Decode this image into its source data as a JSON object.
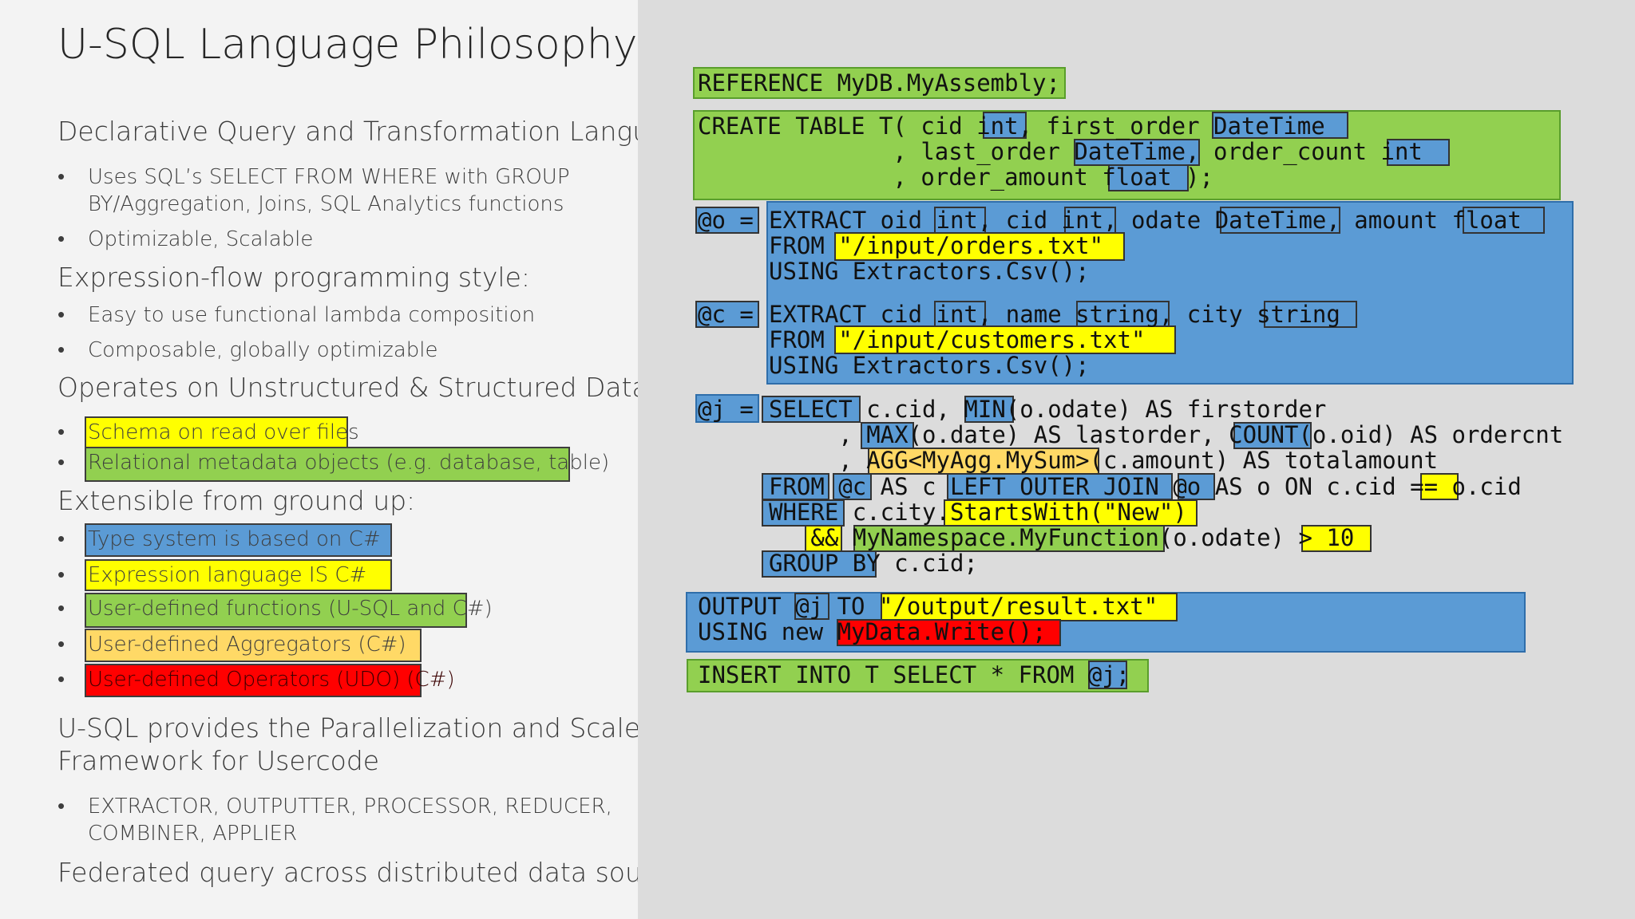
{
  "slide": {
    "title": "U-SQL Language Philosophy",
    "headings": {
      "h1": "Declarative Query and Transformation Language:",
      "h2": "Expression-flow programming style:",
      "h3": "Operates on Unstructured & Structured Data",
      "h4": "Extensible from ground up:",
      "h5a": "U-SQL provides the Parallelization and Scale-out",
      "h5b": "Framework for Usercode",
      "h6": "Federated query across distributed data sources"
    },
    "bullet_char": "•",
    "bullets": {
      "b1a": "Uses SQL’s SELECT FROM WHERE with GROUP",
      "b1b": "BY/Aggregation, Joins, SQL Analytics functions",
      "b2": "Optimizable, Scalable",
      "b3": "Easy to use functional lambda composition",
      "b4": "Composable, globally optimizable",
      "b5": "Schema on read over files",
      "b6": "Relational metadata objects (e.g. database, table)",
      "b7": "Type system is based on C#",
      "b8": "Expression language IS C#",
      "b9": "User-defined functions (U-SQL and C#)",
      "b10": "User-defined Aggregators (C#)",
      "b11": "User-defined Operators (UDO) (C#)",
      "b12a": "EXTRACTOR, OUTPUTTER, PROCESSOR, REDUCER,",
      "b12b": "COMBINER, APPLIER"
    }
  },
  "code": {
    "l1": "REFERENCE MyDB.MyAssembly;",
    "l2": "CREATE TABLE T( cid int, first_order DateTime",
    "l3": "              , last_order DateTime, order_count int",
    "l4": "              , order_amount float );",
    "l5a": "@o =",
    "l5b": "EXTRACT oid int, cid int, odate DateTime, amount float",
    "l6": "FROM \"/input/orders.txt\"",
    "l7": "USING Extractors.Csv();",
    "l8a": "@c =",
    "l8b": "EXTRACT cid int, name string, city string",
    "l9": "FROM \"/input/customers.txt\"",
    "l10": "USING Extractors.Csv();",
    "l11a": "@j =",
    "l11b": "SELECT c.cid, MIN(o.odate) AS firstorder",
    "l12": "     , MAX(o.date) AS lastorder, COUNT(o.oid) AS ordercnt",
    "l13": "     , AGG<MyAgg.MySum>(c.amount) AS totalamount",
    "l14": "FROM @c AS c LEFT OUTER JOIN @o AS o ON c.cid == o.cid",
    "l15": "WHERE c.city.StartsWith(\"New\")",
    "l16": "   && MyNamespace.MyFunction(o.odate) > 10",
    "l17": "GROUP BY c.cid;",
    "l18": "OUTPUT @j TO \"/output/result.txt\"",
    "l19": "USING new MyData.Write();",
    "l20": "INSERT INTO T SELECT * FROM @j;"
  },
  "colors": {
    "green": "#92d050",
    "blue": "#5b9bd5",
    "yellow": "#ffff00",
    "orange": "#ffd966",
    "red": "#ff0000"
  }
}
